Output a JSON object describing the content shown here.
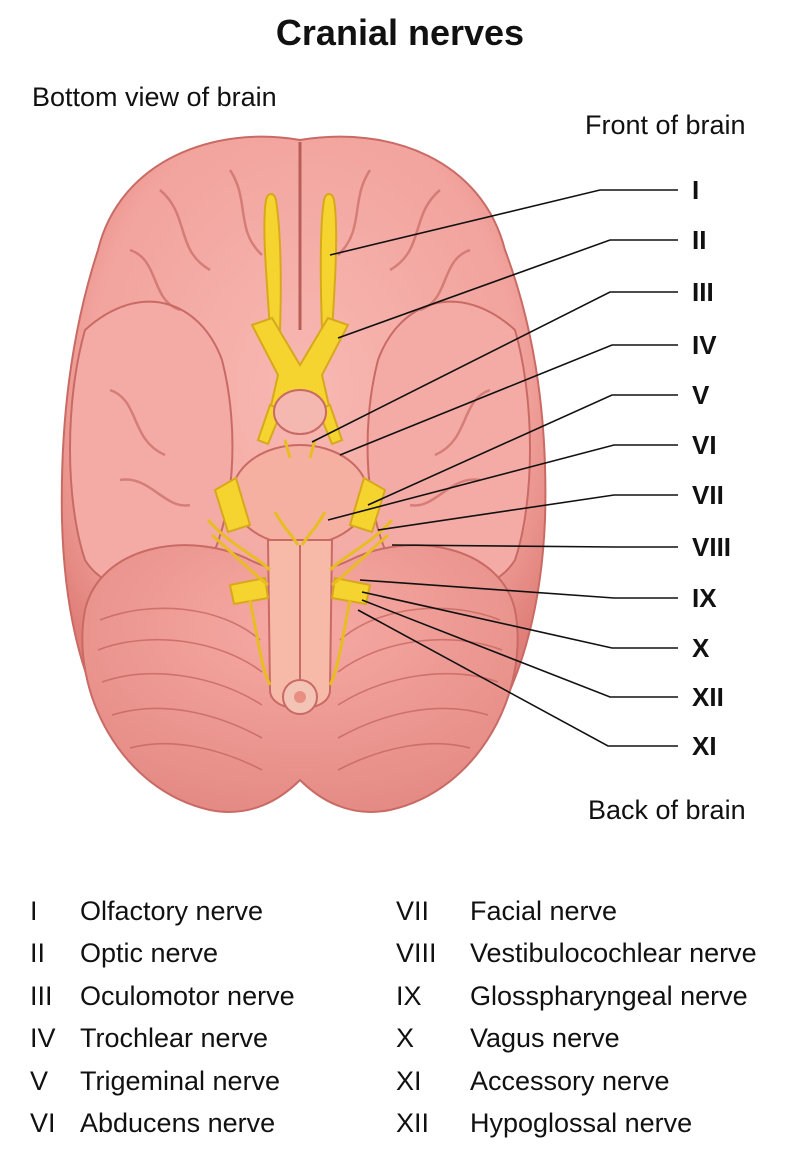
{
  "title": "Cranial nerves",
  "view_label": "Bottom view of brain",
  "front_label": "Front of brain",
  "back_label": "Back of brain",
  "callouts": [
    "I",
    "II",
    "III",
    "IV",
    "V",
    "VI",
    "VII",
    "VIII",
    "IX",
    "X",
    "XII",
    "XI"
  ],
  "legend_left": [
    {
      "num": "I",
      "name": "Olfactory nerve"
    },
    {
      "num": "II",
      "name": "Optic nerve"
    },
    {
      "num": "III",
      "name": "Oculomotor nerve"
    },
    {
      "num": "IV",
      "name": "Trochlear nerve"
    },
    {
      "num": "V",
      "name": "Trigeminal nerve"
    },
    {
      "num": "VI",
      "name": "Abducens nerve"
    }
  ],
  "legend_right": [
    {
      "num": "VII",
      "name": "Facial nerve"
    },
    {
      "num": "VIII",
      "name": "Vestibulocochlear nerve"
    },
    {
      "num": "IX",
      "name": "Glosspharyngeal nerve"
    },
    {
      "num": "X",
      "name": "Vagus nerve"
    },
    {
      "num": "XI",
      "name": "Accessory nerve"
    },
    {
      "num": "XII",
      "name": "Hypoglossal nerve"
    }
  ],
  "colors": {
    "brain": "#f2a39d",
    "brain_shadow": "#d9746f",
    "nerve": "#f5d430",
    "nerve_shadow": "#d8a81c",
    "stem": "#f7b9a8"
  }
}
